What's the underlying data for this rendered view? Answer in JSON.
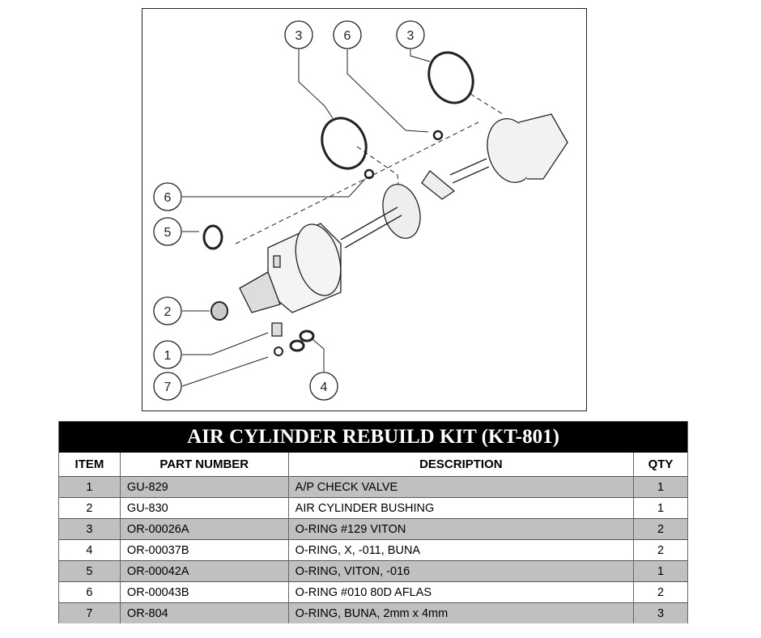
{
  "diagram": {
    "callouts": [
      "3",
      "6",
      "3",
      "6",
      "5",
      "2",
      "1",
      "7",
      "4"
    ]
  },
  "table": {
    "title": "AIR CYLINDER REBUILD KIT (KT-801)",
    "headers": [
      "ITEM",
      "PART NUMBER",
      "DESCRIPTION",
      "QTY"
    ],
    "rows": [
      {
        "item": "1",
        "part": "GU-829",
        "desc": "A/P CHECK VALVE",
        "qty": "1"
      },
      {
        "item": "2",
        "part": "GU-830",
        "desc": "AIR CYLINDER BUSHING",
        "qty": "1"
      },
      {
        "item": "3",
        "part": "OR-00026A",
        "desc": "O-RING #129 VITON",
        "qty": "2"
      },
      {
        "item": "4",
        "part": "OR-00037B",
        "desc": "O-RING, X, -011, BUNA",
        "qty": "2"
      },
      {
        "item": "5",
        "part": "OR-00042A",
        "desc": "O-RING, VITON, -016",
        "qty": "1"
      },
      {
        "item": "6",
        "part": "OR-00043B",
        "desc": "O-RING #010 80D AFLAS",
        "qty": "2"
      },
      {
        "item": "7",
        "part": "OR-804",
        "desc": "O-RING, BUNA, 2mm x 4mm",
        "qty": "3"
      }
    ]
  }
}
